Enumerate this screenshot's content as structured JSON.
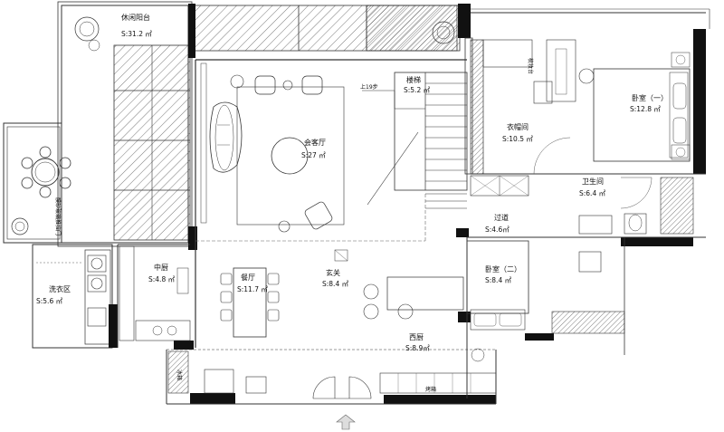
{
  "rooms": {
    "leisure_balcony": {
      "name": "休闲阳台",
      "area": "S:31.2 ㎡"
    },
    "living_room": {
      "name": "会客厅",
      "area": "S:27 ㎡"
    },
    "stairs": {
      "name": "楼梯",
      "area": "S:5.2 ㎡",
      "note": "上19步"
    },
    "cloakroom": {
      "name": "衣帽间",
      "area": "S:10.5 ㎡"
    },
    "bedroom_1": {
      "name": "卧室（一）",
      "area": "S:12.8 ㎡"
    },
    "bathroom": {
      "name": "卫生间",
      "area": "S:6.4 ㎡"
    },
    "corridor": {
      "name": "过道",
      "area": "S:4.6㎡"
    },
    "bedroom_2": {
      "name": "卧室（二）",
      "area": "S:8.4 ㎡"
    },
    "chinese_kitchen": {
      "name": "中厨",
      "area": "S:4.8 ㎡"
    },
    "dining_room": {
      "name": "餐厅",
      "area": "S:11.7 ㎡"
    },
    "entrance": {
      "name": "玄关",
      "area": "S:8.4 ㎡"
    },
    "western_kitchen": {
      "name": "西厨",
      "area": "S:8.9㎡"
    },
    "laundry": {
      "name": "洗衣区",
      "area": "S:5.6 ㎡"
    }
  },
  "annotations": {
    "sliding_door": "膜砂玻璃推拉门",
    "fridge": "冰箱",
    "oven": "烤箱",
    "vanity": "梳妆台"
  }
}
